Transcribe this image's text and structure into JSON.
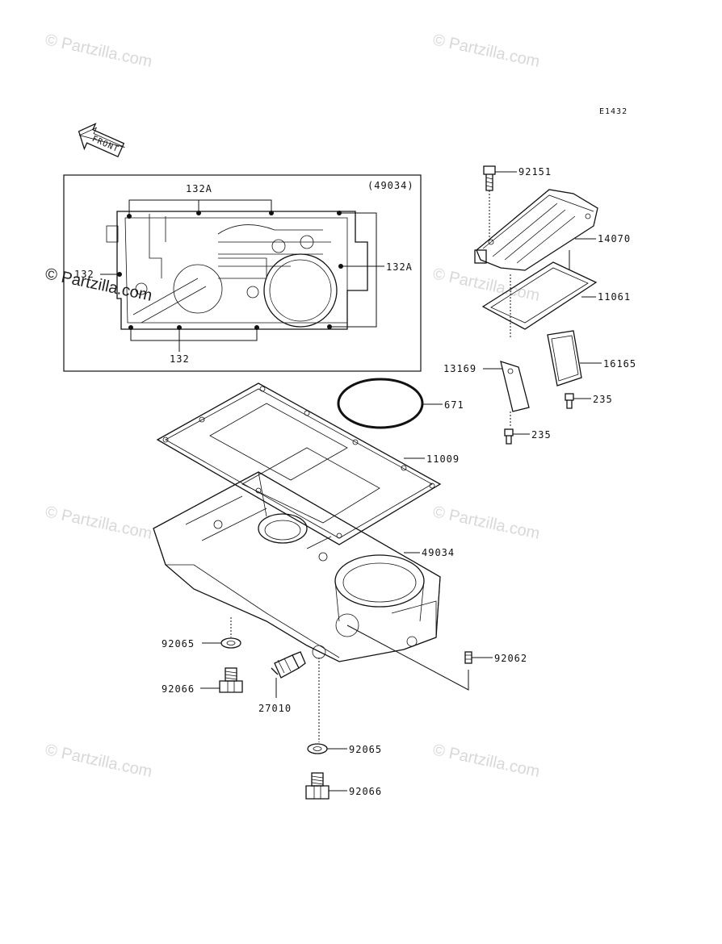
{
  "diagram_code": "E1432",
  "front_arrow_label": "FRONT",
  "inset_title": "(49034)",
  "watermark": "© Partzilla.com",
  "labels": {
    "p132A_top": "132A",
    "p132A_right": "132A",
    "p132_left": "132",
    "p132_bottom": "132",
    "p92151": "92151",
    "p14070": "14070",
    "p11061": "11061",
    "p13169": "13169",
    "p16165": "16165",
    "p235_a": "235",
    "p235_b": "235",
    "p671": "671",
    "p11009": "11009",
    "p49034": "49034",
    "p92062": "92062",
    "p92065_a": "92065",
    "p92066_a": "92066",
    "p27010": "27010",
    "p92065_b": "92065",
    "p92066_b": "92066"
  }
}
